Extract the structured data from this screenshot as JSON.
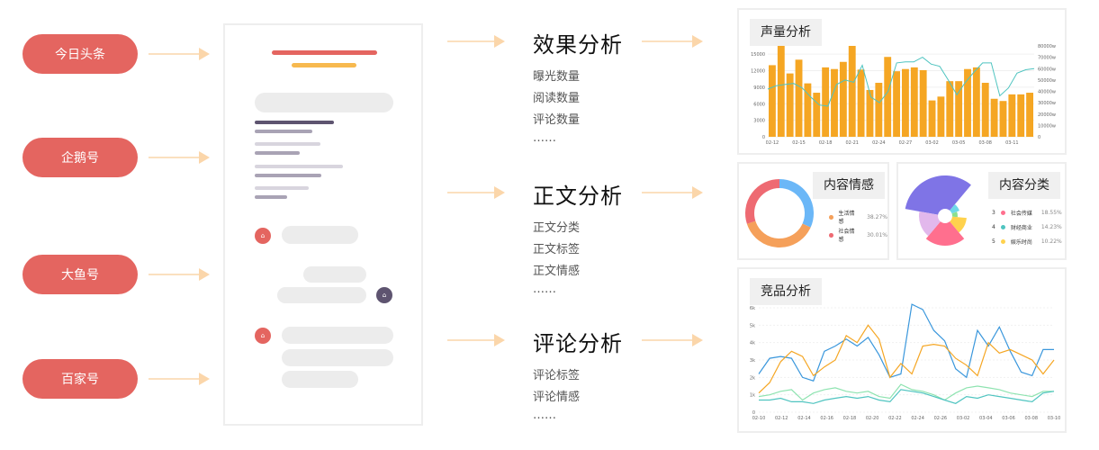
{
  "platforms": [
    "今日头条",
    "企鹅号",
    "大鱼号",
    "百家号"
  ],
  "sections": [
    {
      "title": "效果分析",
      "items": [
        "曝光数量",
        "阅读数量",
        "评论数量",
        "……"
      ]
    },
    {
      "title": "正文分析",
      "items": [
        "正文分类",
        "正文标签",
        "正文情感",
        "……"
      ]
    },
    {
      "title": "评论分析",
      "items": [
        "评论标签",
        "评论情感",
        "……"
      ]
    }
  ],
  "colors": {
    "accent": "#e46560",
    "arrow": "#fbe0bf",
    "bar": "#f5a623",
    "line": "#4fc4c0"
  },
  "chart_data": [
    {
      "type": "bar",
      "title": "声量分析",
      "categories": [
        "02-12",
        "02-13",
        "02-14",
        "02-15",
        "02-16",
        "02-17",
        "02-18",
        "02-19",
        "02-20",
        "02-21",
        "02-22",
        "02-23",
        "02-24",
        "02-25",
        "02-26",
        "02-27",
        "02-28",
        "03-01",
        "03-02",
        "03-03",
        "03-04",
        "03-05",
        "03-06",
        "03-07",
        "03-08",
        "03-09",
        "03-10",
        "03-11",
        "03-12",
        "03-13"
      ],
      "xticks": [
        "02-12",
        "02-15",
        "02-18",
        "02-21",
        "02-24",
        "02-27",
        "03-02",
        "03-05",
        "03-08",
        "03-11"
      ],
      "values": [
        13000,
        16500,
        11500,
        14000,
        9700,
        8000,
        12600,
        12300,
        13600,
        16500,
        12200,
        8500,
        9800,
        14500,
        11900,
        12300,
        12600,
        12100,
        6600,
        7300,
        10100,
        10100,
        12300,
        12600,
        9800,
        6900,
        6500,
        7700,
        7700,
        8000
      ],
      "line_values": [
        42000,
        45000,
        46000,
        47000,
        43000,
        35000,
        28000,
        27000,
        46000,
        50000,
        48000,
        63000,
        35000,
        30000,
        40000,
        65000,
        66000,
        66000,
        70000,
        64000,
        62000,
        50000,
        37000,
        48000,
        57000,
        65000,
        65000,
        36000,
        43000,
        56000,
        59000,
        60000
      ],
      "ylim_left": [
        0,
        16500
      ],
      "yticks_left": [
        "0",
        "3000",
        "6000",
        "9000",
        "12000",
        "15000"
      ],
      "ylim_right": [
        0,
        80000
      ],
      "yticks_right": [
        "0",
        "10000w",
        "20000w",
        "30000w",
        "40000w",
        "50000w",
        "60000w",
        "70000w",
        "80000w"
      ]
    },
    {
      "type": "pie",
      "title": "内容情感",
      "slices": [
        {
          "name": "生活情感",
          "value": 38.27,
          "color": "#f5a05a"
        },
        {
          "name": "社会情感",
          "value": 30.01,
          "color": "#ee6a72"
        },
        {
          "name": "",
          "value": 31.72,
          "color": "#6bb7f7"
        }
      ],
      "legend": [
        {
          "name": "生活情感",
          "pct": "38.27%",
          "color": "#f5a05a"
        },
        {
          "name": "社会情感",
          "pct": "30.01%",
          "color": "#ee6a72"
        }
      ]
    },
    {
      "type": "pie",
      "title": "内容分类",
      "slices": [
        {
          "name": "",
          "value": 22,
          "color": "#7f74e6"
        },
        {
          "name": "",
          "value": 8,
          "color": "#6fd8e8"
        },
        {
          "name": "",
          "value": 8,
          "color": "#8be08e"
        },
        {
          "name": "",
          "value": 14,
          "color": "#ffd24d"
        },
        {
          "name": "",
          "value": 26,
          "color": "#ff6f8e"
        },
        {
          "name": "",
          "value": 22,
          "color": "#e2b8ec"
        }
      ],
      "legend": [
        {
          "rank": "3",
          "name": "社会传媒",
          "pct": "18.55%",
          "color": "#ff6f8e"
        },
        {
          "rank": "4",
          "name": "财经商业",
          "pct": "14.23%",
          "color": "#4fc4c0"
        },
        {
          "rank": "5",
          "name": "娱乐时尚",
          "pct": "10.22%",
          "color": "#ffd24d"
        }
      ]
    },
    {
      "type": "line",
      "title": "竞品分析",
      "xticks": [
        "02-10",
        "02-12",
        "02-14",
        "02-16",
        "02-18",
        "02-20",
        "02-22",
        "02-24",
        "02-26",
        "03-02",
        "03-04",
        "03-06",
        "03-08",
        "03-10"
      ],
      "yticks": [
        "0",
        "1k",
        "2k",
        "3k",
        "4k",
        "5k",
        "6k"
      ],
      "ylim": [
        0,
        6000
      ],
      "series": [
        {
          "color": "#3a97dc",
          "values": [
            2200,
            3100,
            3200,
            3100,
            2000,
            1800,
            3500,
            3800,
            4200,
            3800,
            4300,
            3300,
            2000,
            2200,
            6200,
            5900,
            4700,
            4100,
            2500,
            2000,
            4700,
            3800,
            4900,
            3500,
            2300,
            2100,
            3600,
            3600
          ]
        },
        {
          "color": "#f5a623",
          "values": [
            1100,
            1700,
            2900,
            3500,
            3200,
            2100,
            2600,
            3000,
            4400,
            4000,
            5000,
            4200,
            2000,
            2800,
            2200,
            3800,
            3900,
            3800,
            3100,
            2700,
            2100,
            4000,
            3400,
            3600,
            3300,
            3000,
            2200,
            3000
          ]
        },
        {
          "color": "#8ee3b0",
          "values": [
            900,
            1000,
            1200,
            1300,
            700,
            1100,
            1300,
            1400,
            1200,
            1100,
            1200,
            900,
            800,
            1600,
            1300,
            1200,
            1000,
            700,
            1100,
            1400,
            1500,
            1400,
            1300,
            1100,
            1000,
            900,
            1200,
            1200
          ]
        },
        {
          "color": "#4fc4c0",
          "values": [
            700,
            700,
            800,
            600,
            600,
            500,
            700,
            800,
            900,
            800,
            900,
            700,
            600,
            1300,
            1200,
            1100,
            900,
            700,
            500,
            900,
            800,
            1000,
            900,
            800,
            700,
            600,
            1100,
            1200
          ]
        }
      ]
    }
  ]
}
